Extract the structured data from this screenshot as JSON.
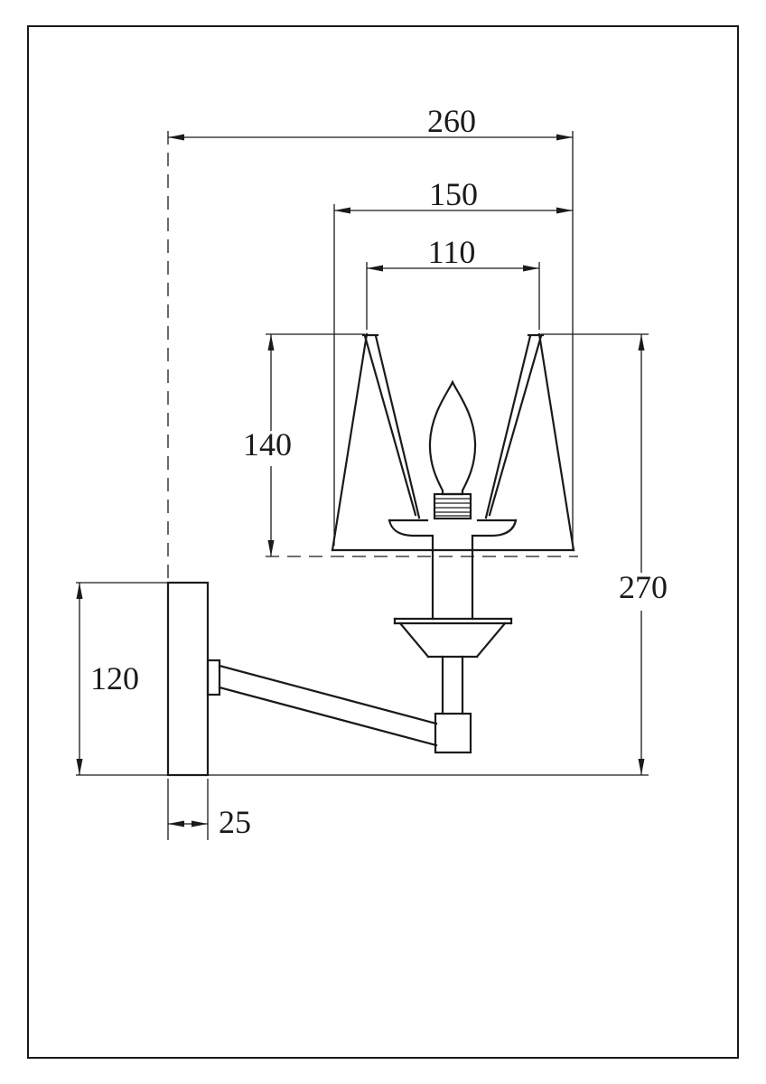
{
  "drawing": {
    "dimensions": {
      "overall_depth": "260",
      "shade_bottom_width": "150",
      "shade_top_width": "110",
      "shade_height": "140",
      "overall_height": "270",
      "backplate_height": "120",
      "backplate_depth": "25"
    },
    "colors": {
      "line": "#1a1a1a",
      "background": "#ffffff"
    }
  }
}
